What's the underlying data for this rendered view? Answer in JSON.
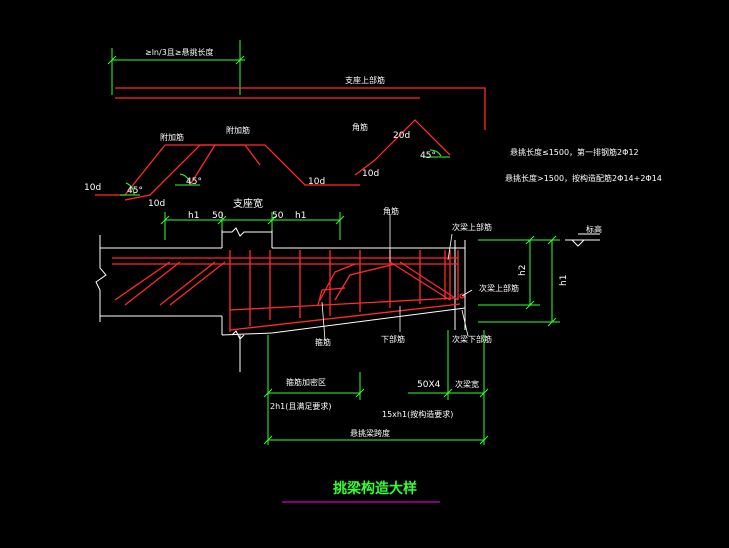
{
  "colors": {
    "background": "#000000",
    "steel": "#ff2a2a",
    "dimension": "#33ff33",
    "outline": "#ffffff",
    "title": "#33ff33",
    "underline": "#ff00ff"
  },
  "labels": {
    "top_span": "≥ln/3且≥悬挑长度",
    "top_long_bar": "支座上部筋",
    "bent_bar_1": "附加筋",
    "bent_bar_2": "附加筋",
    "corner_bar": "角筋",
    "hook_20d": "20d",
    "angle_45_a": "45°",
    "angle_45_b": "45°",
    "angle_45_c": "45°",
    "d10_a": "10d",
    "d10_b": "10d",
    "d10_c": "10d",
    "d10_d": "10d",
    "note_1": "悬挑长度≤1500，第一排钢筋2Φ12",
    "note_2": "悬挑长度>1500，按构造配筋2Φ14+2Φ14",
    "support_width": "支座宽",
    "h1_left": "h1",
    "dim_50_left": "50",
    "dim_50_right": "50",
    "h1_right": "h1",
    "corner_bar_2": "角筋",
    "side_top_bar": "次梁上部筋",
    "level_mark": "标高",
    "h2": "h2",
    "h1_vertical": "h1",
    "side_mid_bar": "次梁上部筋",
    "side_bottom_bar": "次梁下部筋",
    "stirrup": "箍筋",
    "bottom_bar": "下部筋",
    "dense_zone": "箍筋加密区",
    "dense_zone_rule": "2h1(且满足要求)",
    "dim_50x4": "50X4",
    "beam_width": "次梁宽",
    "dim_15xh1": "15xh1(按构造要求)",
    "cantilever_length": "悬挑梁跨度",
    "title": "挑梁构造大样"
  }
}
